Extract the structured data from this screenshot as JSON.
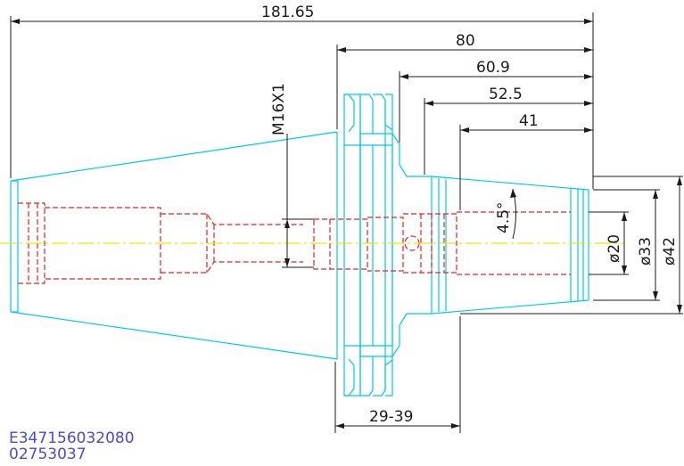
{
  "dimensions": {
    "overall_length": "181.65",
    "length_80": "80",
    "length_60_9": "60.9",
    "length_52_5": "52.5",
    "length_41": "41",
    "thread": "M16X1",
    "angle": "4.5°",
    "dia_20": "ø20",
    "dia_33": "ø33",
    "dia_42": "ø42",
    "range": "29-39"
  },
  "codes": {
    "part_number": "E347156032080",
    "order_number": "02753037"
  },
  "colors": {
    "body": "#00c8e8",
    "hidden": "#e82020",
    "centerline": "#e8e800",
    "dimension": "#1a1a1a",
    "code_text": "#4a4ad0"
  }
}
